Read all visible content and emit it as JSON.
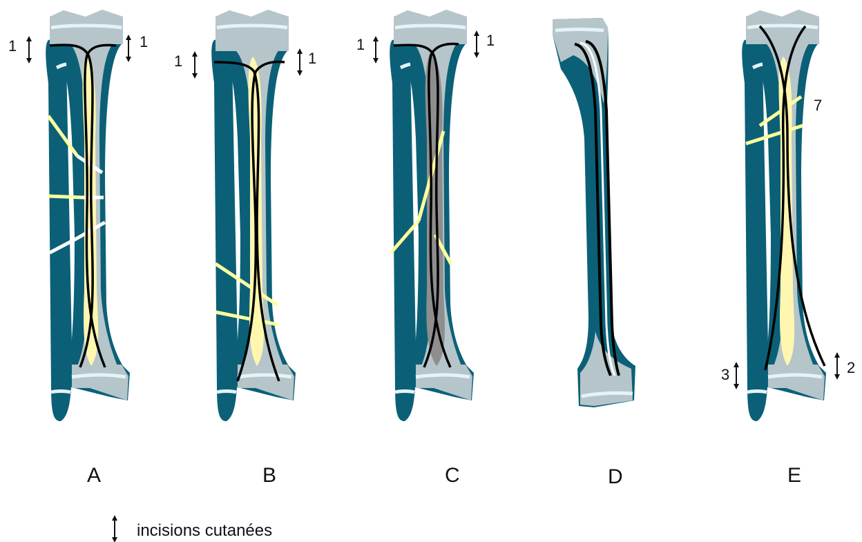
{
  "figure": {
    "colors": {
      "fibula": "#0b6077",
      "tibia_outline": "#0b6077",
      "tibia_fill": "#b5c5ca",
      "growth_plate": "#e4f3f7",
      "medullary": "#fff6b0",
      "dark_medullary": "#8e8e8e",
      "fracture": "#ffffa0",
      "nail": "#000000"
    },
    "panels": [
      {
        "letter": "A",
        "left_number": "1",
        "right_number": "1"
      },
      {
        "letter": "B",
        "left_number": "1",
        "right_number": "1"
      },
      {
        "letter": "C",
        "left_number": "1",
        "right_number": "1"
      },
      {
        "letter": "D"
      },
      {
        "letter": "E",
        "top_number": "7",
        "left_number": "3",
        "right_number": "2"
      }
    ],
    "legend": {
      "icon": "double-arrow-icon",
      "text": "incisions cutanées"
    }
  }
}
